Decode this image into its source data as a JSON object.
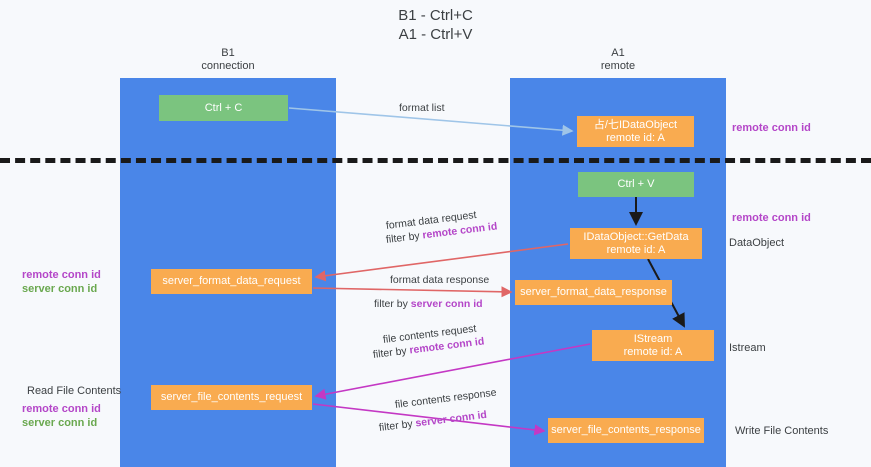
{
  "title": "B1 - Ctrl+C\nA1 - Ctrl+V",
  "lanes": {
    "left": {
      "header": "B1\nconnection"
    },
    "right": {
      "header": "A1\nremote"
    }
  },
  "boxes": {
    "ctrl_c": "Ctrl + C",
    "idataobject": "占/七IDataObject\nremote id: A",
    "ctrl_v": "Ctrl + V",
    "getdata": "IDataObject::GetData\nremote id: A",
    "server_format_data_request": "server_format_data_request",
    "server_format_data_response": "server_format_data_response",
    "istream": "IStream\nremote id: A",
    "server_file_contents_request": "server_file_contents_request",
    "server_file_contents_response": "server_file_contents_response"
  },
  "arrow_labels": {
    "format_list": "format list",
    "format_data_request": "format data request",
    "format_data_request_filter_prefix": "filter by ",
    "format_data_request_filter_key": "remote conn id",
    "format_data_response": "format data response",
    "format_data_response_filter_prefix": "filter by ",
    "format_data_response_filter_key": "server conn id",
    "file_contents_request": "file contents request",
    "file_contents_request_filter_prefix": "filter by ",
    "file_contents_request_filter_key": "remote conn id",
    "file_contents_response": "file contents response",
    "file_contents_response_filter_prefix": "filter by ",
    "file_contents_response_filter_key": "server conn id"
  },
  "notes": {
    "remote_conn_id_top": "remote conn id",
    "remote_conn_id_mid": "remote conn id",
    "dataobject": "DataObject",
    "istream": "Istream",
    "write_file_contents": "Write File Contents",
    "read_file_contents": "Read File Contents",
    "left_remote_conn_id": "remote conn id",
    "left_server_conn_id": "server conn id",
    "left_remote_conn_id_2": "remote conn id",
    "left_server_conn_id_2": "server conn id"
  },
  "colors": {
    "lane": "#4a86e8",
    "green_box": "#7bc47f",
    "orange_box": "#f9ab50",
    "purple_text": "#b446c8",
    "green_text": "#6aa84f",
    "arrow_blue": "#9fc5e8",
    "arrow_red": "#e06666",
    "arrow_magenta": "#c438c4",
    "arrow_black": "#1a1a1a",
    "divider": "#1a1a1a",
    "background": "#f7f9fc"
  }
}
